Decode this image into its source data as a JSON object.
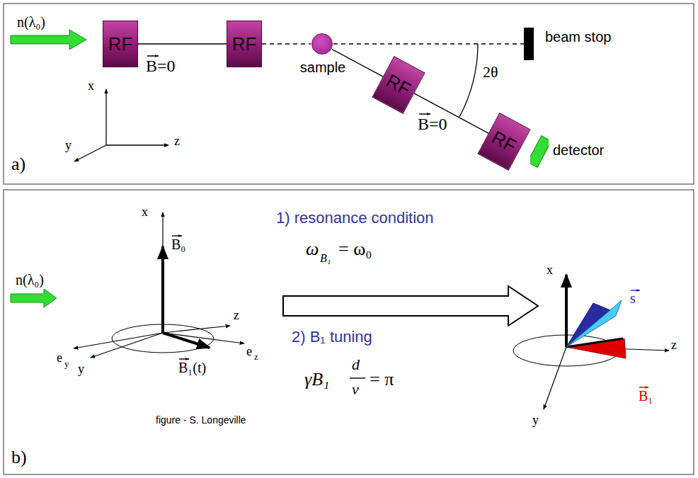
{
  "diagram": {
    "nodes": [
      {
        "text": [
          "RF"
        ]
      },
      {
        "text": [
          "RF"
        ]
      },
      {
        "text": [
          "sample"
        ]
      },
      {
        "text": [
          "beam stop"
        ]
      },
      {
        "text": [
          "RF"
        ]
      },
      {
        "text": [
          "RF"
        ]
      },
      {
        "text": [
          "detector"
        ]
      }
    ],
    "edges": [
      {
        "from": 0,
        "to": 1,
        "arrow": "none"
      },
      {
        "from": 1,
        "to": 2,
        "arrow": "none"
      },
      {
        "from": 2,
        "to": 3,
        "arrow": "none"
      },
      {
        "from": 2,
        "to": 4,
        "arrow": "none"
      },
      {
        "from": 4,
        "to": 5,
        "arrow": "none"
      }
    ],
    "labels": [
      "n(λ₀)",
      "B=0",
      "x",
      "z",
      "y",
      "a)",
      "2θ",
      "B=0",
      "n(λ₀)",
      "x",
      "B₀",
      "z",
      "e",
      "y",
      "y",
      "B₁(t)",
      "e",
      "z",
      "1) resonance condition",
      "ω",
      "B₁",
      "= ω₀",
      "2) B₁ tuning",
      "γB₁",
      "d",
      "v",
      "= π",
      "figure - S. Longeville",
      "b)",
      "x",
      "s",
      "z",
      "B₁",
      "y"
    ]
  }
}
